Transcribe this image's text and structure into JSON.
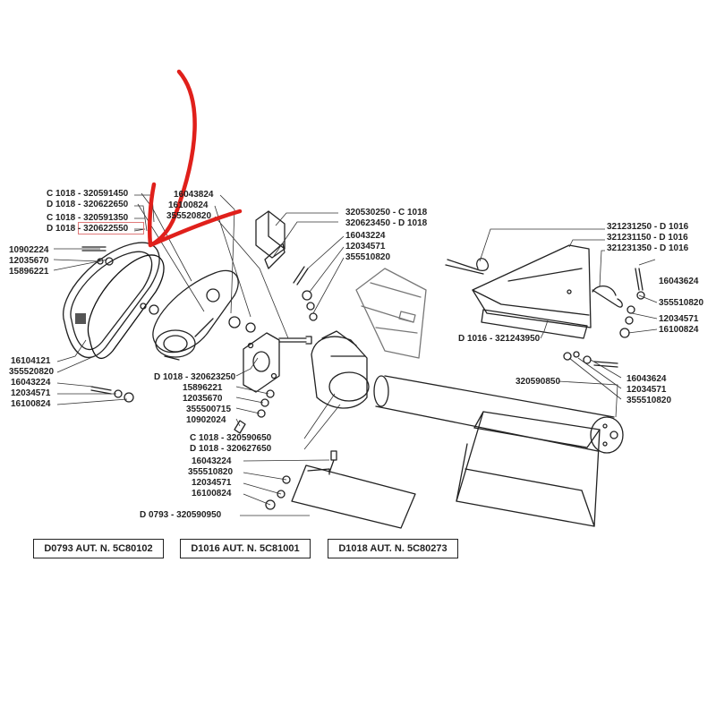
{
  "diagram": {
    "highlight_color": "#e0201b",
    "labels": {
      "c1018_320591450": "C 1018 - 320591450",
      "d1018_320622650": "D 1018 - 320622650",
      "c1018_320591350": "C 1018 - 320591350",
      "d1018_320622550": "D 1018 - 320622550",
      "p10902224": "10902224",
      "p12035670": "12035670",
      "p15896221": "15896221",
      "p16043824": "16043824",
      "p16100824_top": "16100824",
      "p355520820_top": "355520820",
      "c1018_320530250": "320530250 - C 1018",
      "d1018_320623450": "320623450 - D 1018",
      "p16043224_a": "16043224",
      "p12034571_a": "12034571",
      "p355510820_a": "355510820",
      "d1016_321231250": "321231250  - D 1016",
      "d1016_321231150": "321231150  - D 1016",
      "d1016_321231350": "321231350  - D 1016",
      "p16043624_a": "16043624",
      "p355510820_b": "355510820",
      "p12034571_b": "12034571",
      "p16100824_b": "16100824",
      "d1016_321243950": "D 1016 - 321243950",
      "p16104121": "16104121",
      "p355520820_b": "355520820",
      "p16043224_b": "16043224",
      "p12034571_c": "12034571",
      "p16100824_c": "16100824",
      "d1018_320623250": "D 1018 - 320623250",
      "p15896221_b": "15896221",
      "p12035670_b": "12035670",
      "p355500715": "355500715",
      "p10902024": "10902024",
      "p320590850": "320590850",
      "p16043624_b": "16043624",
      "p12034571_d": "12034571",
      "p355510820_c": "355510820",
      "c1018_320590650": "C 1018 - 320590650",
      "d1018_320627650": "D 1018 - 320627650",
      "p16043224_c": "16043224",
      "p355510820_d": "355510820",
      "p12034571_e": "12034571",
      "p16100824_d": "16100824",
      "d0793_320590950": "D 0793 - 320590950"
    },
    "footer": {
      "d0793": "D0793 AUT. N. 5C80102",
      "d1016": "D1016 AUT. N. 5C81001",
      "d1018": "D1018 AUT. N. 5C80273"
    }
  }
}
